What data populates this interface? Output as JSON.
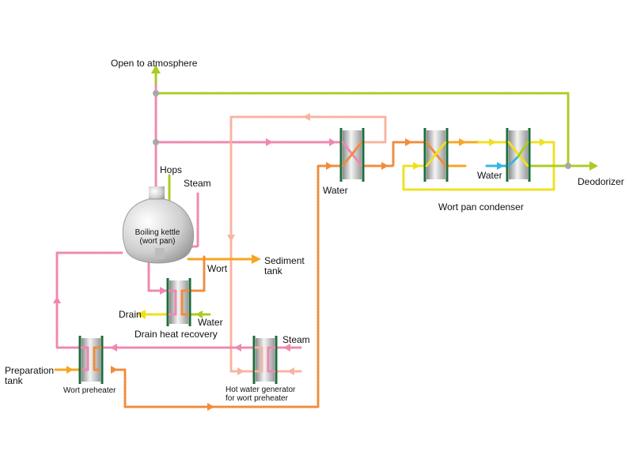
{
  "labels": {
    "open_to_atmosphere": "Open to atmosphere",
    "hops": "Hops",
    "steam_kettle": "Steam",
    "boiling_kettle_line1": "Boiling kettle",
    "boiling_kettle_line2": "(wort pan)",
    "wort": "Wort",
    "sediment_tank_line1": "Sediment",
    "sediment_tank_line2": "tank",
    "drain": "Drain",
    "water_drain_hr": "Water",
    "drain_heat_recovery": "Drain heat recovery",
    "preparation_tank_line1": "Preparation",
    "preparation_tank_line2": "tank",
    "wort_preheater": "Wort preheater",
    "steam_hot_water": "Steam",
    "hot_water_generator_line1": "Hot water generator",
    "hot_water_generator_line2": "for wort preheater",
    "water_condenser_1": "Water",
    "water_condenser_3": "Water",
    "wort_pan_condenser": "Wort pan condenser",
    "deodorizer": "Deodorizer"
  },
  "colors": {
    "pink": "#ee88b0",
    "light_salmon": "#f7b4a0",
    "orange": "#f08c3c",
    "gold": "#f5a623",
    "yellow": "#f0e020",
    "yellow_green": "#aacc22",
    "cyan": "#35b6e6",
    "frame_green": "#1f6b3c",
    "node_gray": "#a8a8a8"
  }
}
